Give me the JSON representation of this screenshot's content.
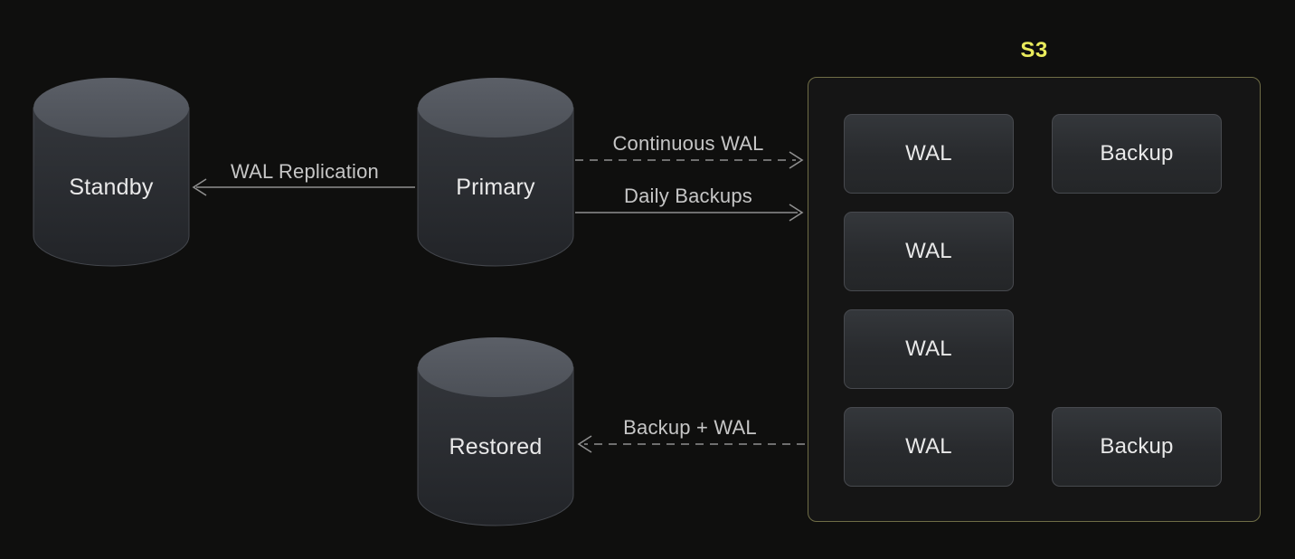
{
  "background": "#0f0f0e",
  "nodes": [
    {
      "label": "Standby",
      "type": "database"
    },
    {
      "label": "Primary",
      "type": "database"
    },
    {
      "label": "Restored",
      "type": "database"
    }
  ],
  "s3": {
    "label": "S3",
    "label_color": "#e9eb5c",
    "border_color": "#6f6d46",
    "items": [
      {
        "label": "WAL"
      },
      {
        "label": "Backup"
      },
      {
        "label": "WAL"
      },
      {
        "label": "WAL"
      },
      {
        "label": "WAL"
      },
      {
        "label": "Backup"
      }
    ]
  },
  "arrows": [
    {
      "label": "WAL Replication",
      "style": "solid",
      "direction": "left",
      "from": "Primary",
      "to": "Standby"
    },
    {
      "label": "Continuous WAL",
      "style": "dashed",
      "direction": "right",
      "from": "Primary",
      "to": "S3"
    },
    {
      "label": "Daily Backups",
      "style": "solid",
      "direction": "right",
      "from": "Primary",
      "to": "S3"
    },
    {
      "label": "Backup + WAL",
      "style": "dashed",
      "direction": "left",
      "from": "S3",
      "to": "Restored"
    }
  ],
  "colors": {
    "arrow_line": "#8f8f8f",
    "arrow_label": "#c6c6c6",
    "node_label": "#e9e9e9",
    "cylinder_top": "#53565d",
    "cylinder_body": "#2e3136"
  }
}
